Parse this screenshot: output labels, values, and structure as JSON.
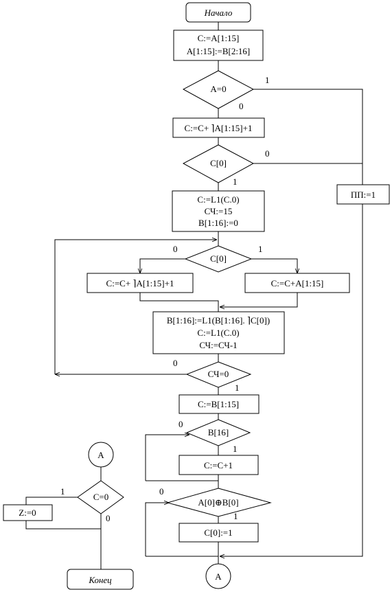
{
  "terminals": {
    "start": "Начало",
    "end": "Конец"
  },
  "connectors": {
    "a": "А"
  },
  "blocks": {
    "b1": [
      "С:=А[1:15]",
      "А[1:15]:=В[2:16]"
    ],
    "b2": "С:=С+ ⌉А[1:15]+1",
    "b3": [
      "С:=L1(С.0)",
      "СЧ:=15",
      "В[1:16]:=0"
    ],
    "b4": "С:=С+ ⌉А[1:15]+1",
    "b5": "С:=С+А[1:15]",
    "b6": [
      "В[1:16]:=L1(В[1:16]. ⌉С[0])",
      "С:=L1(С.0)",
      "СЧ:=СЧ-1"
    ],
    "b7": "С:=В[1:15]",
    "b8": "С:=С+1",
    "b9": "С[0]:=1",
    "pp": "ПП:=1",
    "z": "Z:=0"
  },
  "decisions": {
    "d1": "А=0",
    "d2": "С[0]",
    "d3": "С[0]",
    "d4": "СЧ=0",
    "d5": "В[16]",
    "d6": "А[0]⊕В[0]",
    "d7": "С=0"
  },
  "branch_labels": {
    "one": "1",
    "zero": "0"
  }
}
